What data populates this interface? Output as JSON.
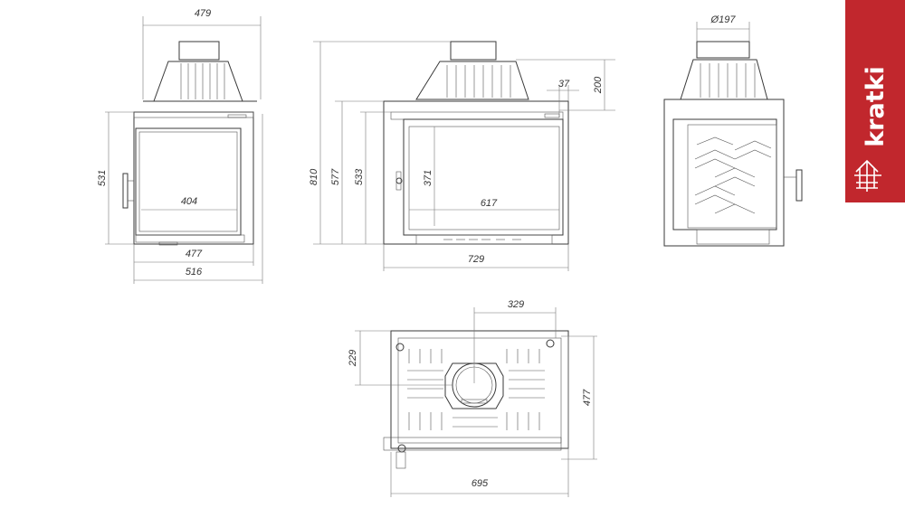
{
  "brand": {
    "name": "kratki",
    "color": "#c1272d",
    "icon": "house-grid-logo-icon"
  },
  "views": {
    "front": {
      "dims": {
        "top_width": "479",
        "height": "531",
        "glass_width": "404",
        "inner_width": "477",
        "outer_width": "516"
      }
    },
    "side": {
      "dims": {
        "total_height": "810",
        "body_height": "577",
        "inner_height": "533",
        "glass_height": "371",
        "glass_width": "617",
        "outer_width": "729",
        "collar_height": "200",
        "offset": "37"
      }
    },
    "back": {
      "dims": {
        "flue_diameter": "Ø197"
      }
    },
    "top": {
      "dims": {
        "flue_offset_x": "329",
        "flue_offset_y": "229",
        "depth": "477",
        "width": "695"
      }
    }
  }
}
